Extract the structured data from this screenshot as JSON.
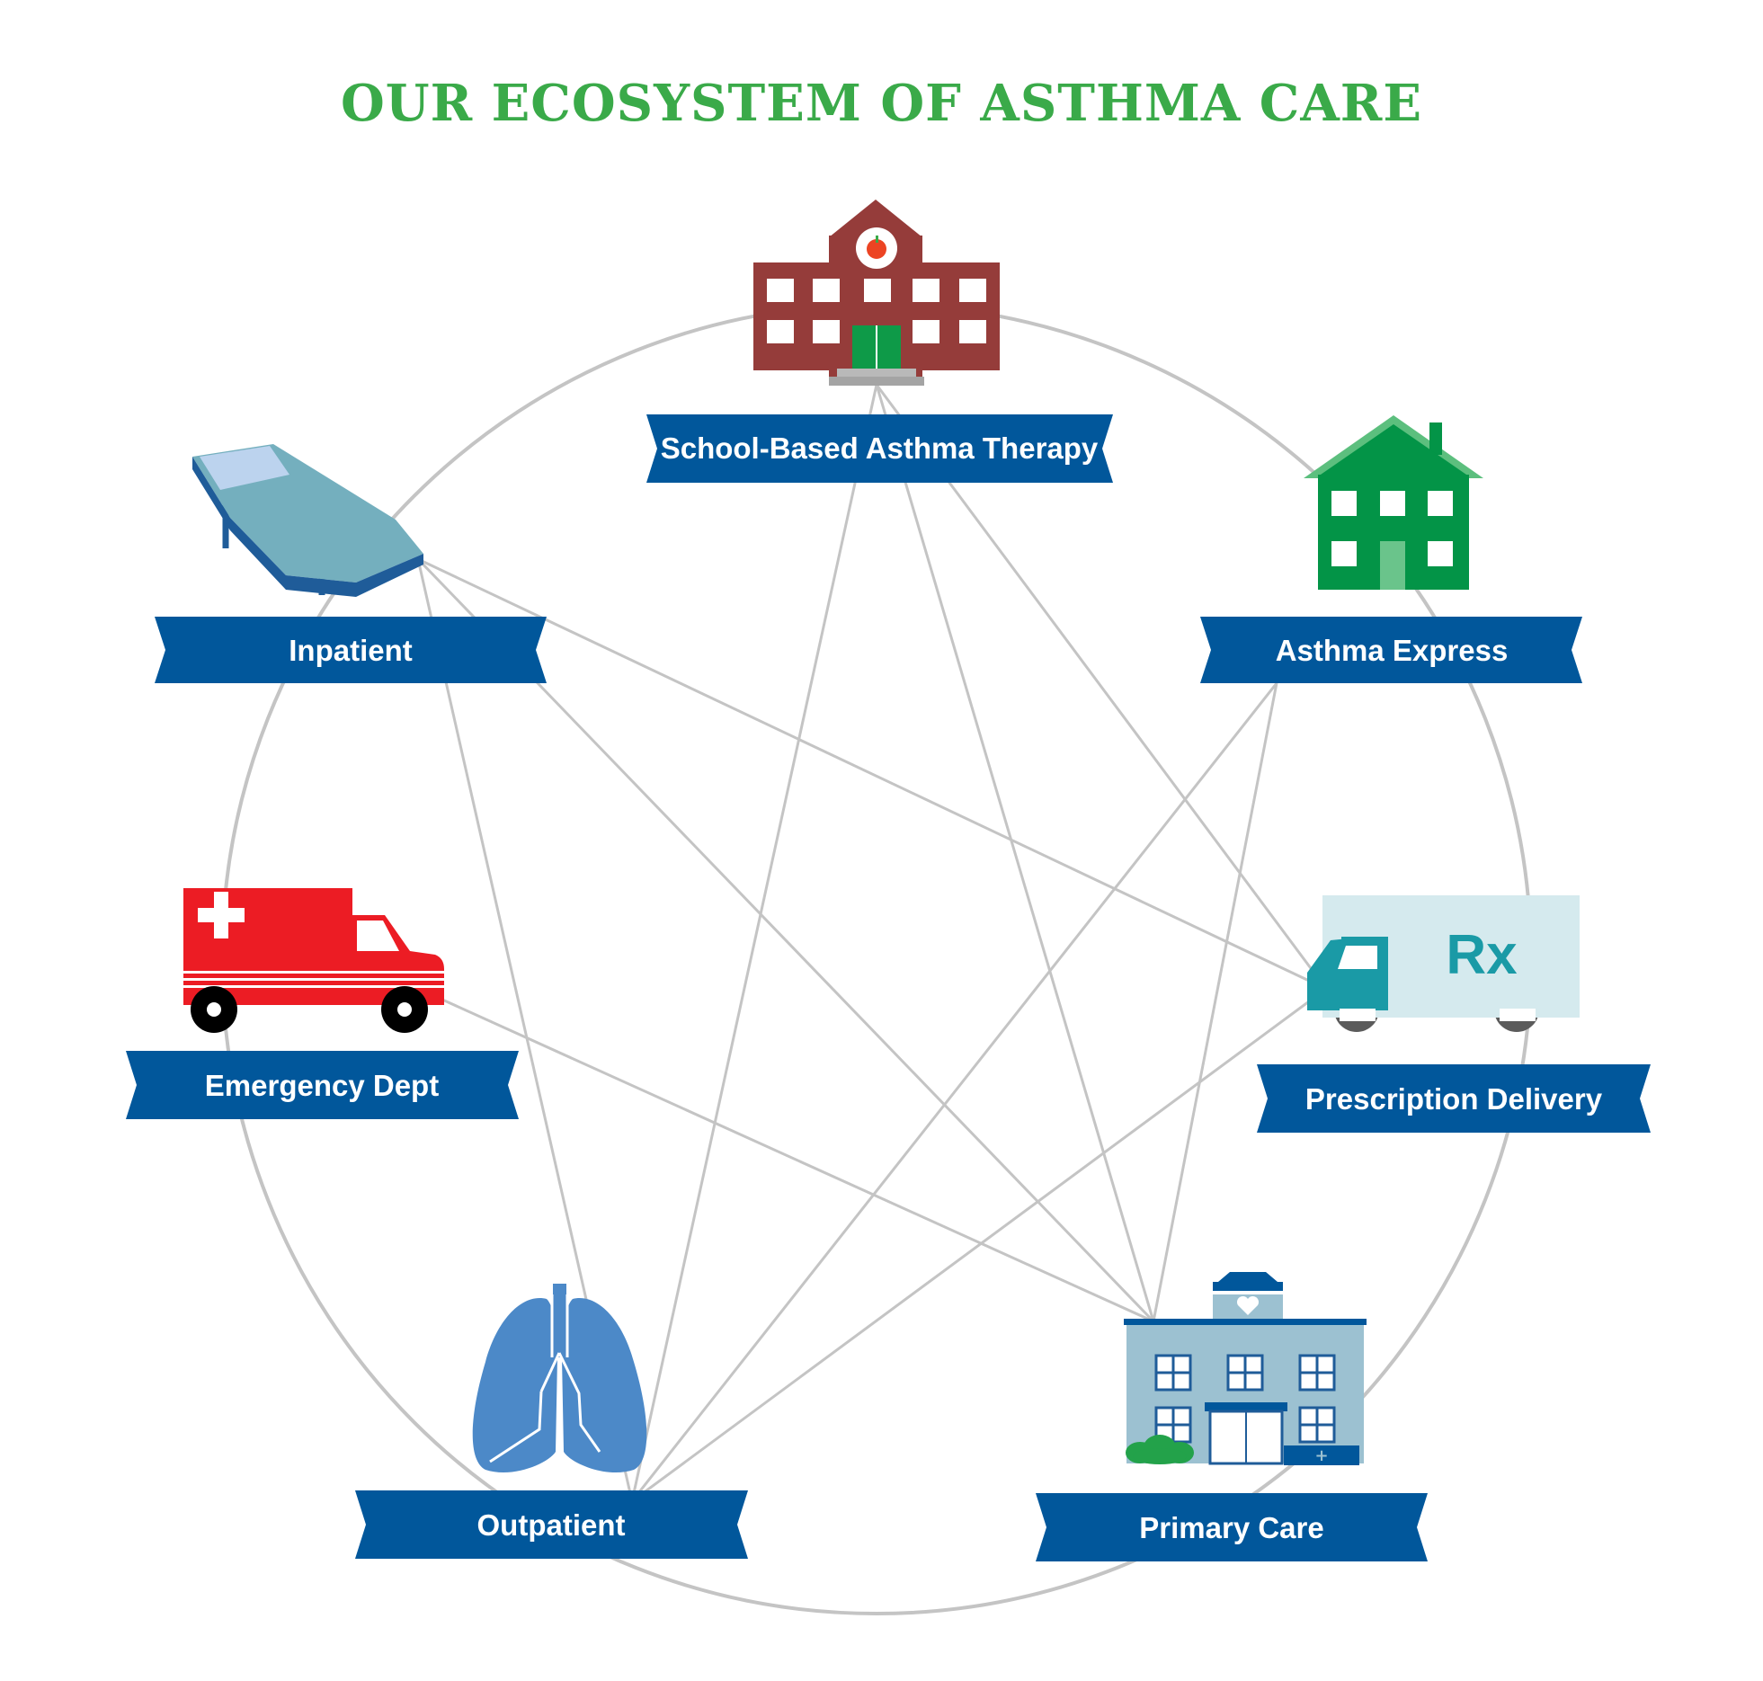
{
  "title": "OUR ECOSYSTEM OF ASTHMA CARE",
  "colors": {
    "title": "#3aaa49",
    "banner": "#01579b",
    "lines": "#c4c4c4",
    "school_brick": "#953c3a",
    "school_door": "#0e9a48",
    "house_green": "#039447",
    "house_door": "#6ac48b",
    "ambulance_red": "#ec1c24",
    "truck_body": "#d5eaee",
    "truck_cab": "#1a9aa6",
    "lungs_blue": "#4c89c8",
    "clinic_blue": "#9cc1d1",
    "bed_teal": "#74afbe",
    "bush_green": "#23a24a"
  },
  "nodes": [
    {
      "id": "school",
      "label": "School-Based Asthma Therapy",
      "icon": "school-icon"
    },
    {
      "id": "asthma-express",
      "label": "Asthma Express",
      "icon": "house-icon"
    },
    {
      "id": "prescription",
      "label": "Prescription Delivery",
      "icon": "delivery-truck-icon",
      "icon_text": "Rx"
    },
    {
      "id": "primary-care",
      "label": "Primary Care",
      "icon": "clinic-icon"
    },
    {
      "id": "outpatient",
      "label": "Outpatient",
      "icon": "lungs-icon"
    },
    {
      "id": "emergency",
      "label": "Emergency Dept",
      "icon": "ambulance-icon"
    },
    {
      "id": "inpatient",
      "label": "Inpatient",
      "icon": "hospital-bed-icon"
    }
  ],
  "connections": [
    [
      "school",
      "outpatient"
    ],
    [
      "school",
      "primary-care"
    ],
    [
      "school",
      "prescription"
    ],
    [
      "inpatient",
      "prescription"
    ],
    [
      "inpatient",
      "primary-care"
    ],
    [
      "inpatient",
      "outpatient"
    ],
    [
      "asthma-express",
      "outpatient"
    ],
    [
      "asthma-express",
      "primary-care"
    ],
    [
      "emergency",
      "primary-care"
    ],
    [
      "prescription",
      "outpatient"
    ]
  ]
}
